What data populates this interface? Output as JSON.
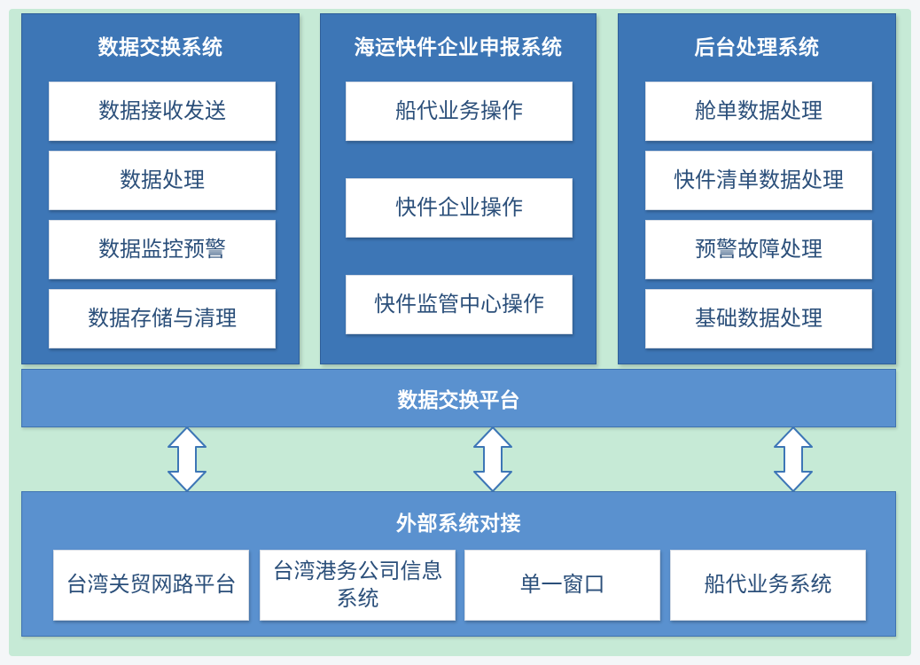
{
  "colors": {
    "background": "#c6ead6",
    "panel": "#3d76b6",
    "platform_bar": "#5a91cf",
    "item_text": "#2b4f7a",
    "item_bg": "#ffffff"
  },
  "panels": [
    {
      "title": "数据交换系统",
      "items": [
        "数据接收发送",
        "数据处理",
        "数据监控预警",
        "数据存储与清理"
      ]
    },
    {
      "title": "海运快件企业申报系统",
      "items": [
        "船代业务操作",
        "快件企业操作",
        "快件监管中心操作"
      ]
    },
    {
      "title": "后台处理系统",
      "items": [
        "舱单数据处理",
        "快件清单数据处理",
        "预警故障处理",
        "基础数据处理"
      ]
    }
  ],
  "platform": {
    "title": "数据交换平台"
  },
  "arrows": [
    "double-arrow-icon",
    "double-arrow-icon",
    "double-arrow-icon"
  ],
  "external": {
    "title": "外部系统对接",
    "items": [
      "台湾关贸网路平台",
      "台湾港务公司信息系统",
      "单一窗口",
      "船代业务系统"
    ]
  }
}
